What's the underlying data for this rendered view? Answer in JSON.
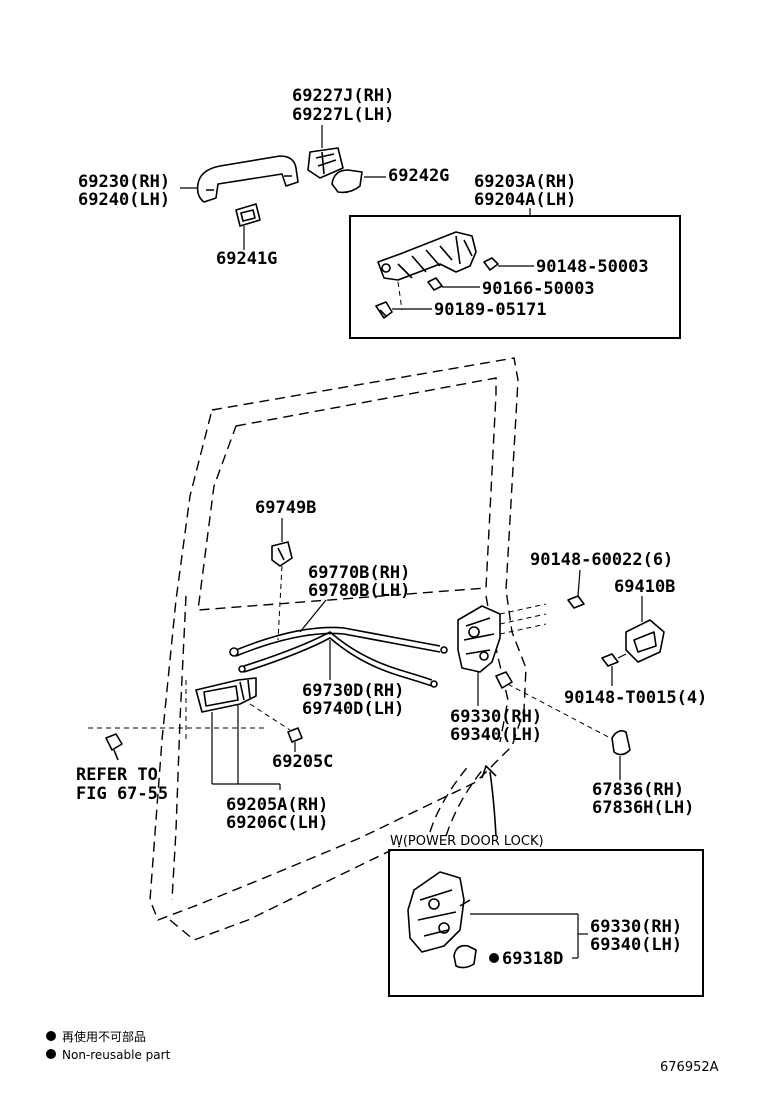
{
  "diagram": {
    "labels": {
      "p69227j": "69227J(RH)",
      "p69227l": "69227L(LH)",
      "p69230": "69230(RH)",
      "p69240": "69240(LH)",
      "p69242g": "69242G",
      "p69203a": "69203A(RH)",
      "p69204a": "69204A(LH)",
      "p69241g": "69241G",
      "b90148_50003": "90148-50003",
      "b90166_50003": "90166-50003",
      "b90189_05171": "90189-05171",
      "p69749b": "69749B",
      "p69770b": "69770B(RH)",
      "p69780b": "69780B(LH)",
      "b90148_60022": "90148-60022(6)",
      "p69410b": "69410B",
      "p69730d": "69730D(RH)",
      "p69740d": "69740D(LH)",
      "b90148_t0015": "90148-T0015(4)",
      "p69330": "69330(RH)",
      "p69340": "69340(LH)",
      "refer_to": "REFER TO",
      "fig_67_55": "FIG 67-55",
      "p69205c": "69205C",
      "p69205a": "69205A(RH)",
      "p69206c": "69206C(LH)",
      "p67836": "67836(RH)",
      "p67836h": "67836H(LH)",
      "power_door_lock": "W(POWER DOOR LOCK)",
      "p69330_b": "69330(RH)",
      "p69340_b": "69340(LH)",
      "p69318d": "69318D"
    },
    "legend": {
      "japanese": "再使用不可部品",
      "english": "Non-reusable part"
    },
    "figure_code": "676952A"
  }
}
